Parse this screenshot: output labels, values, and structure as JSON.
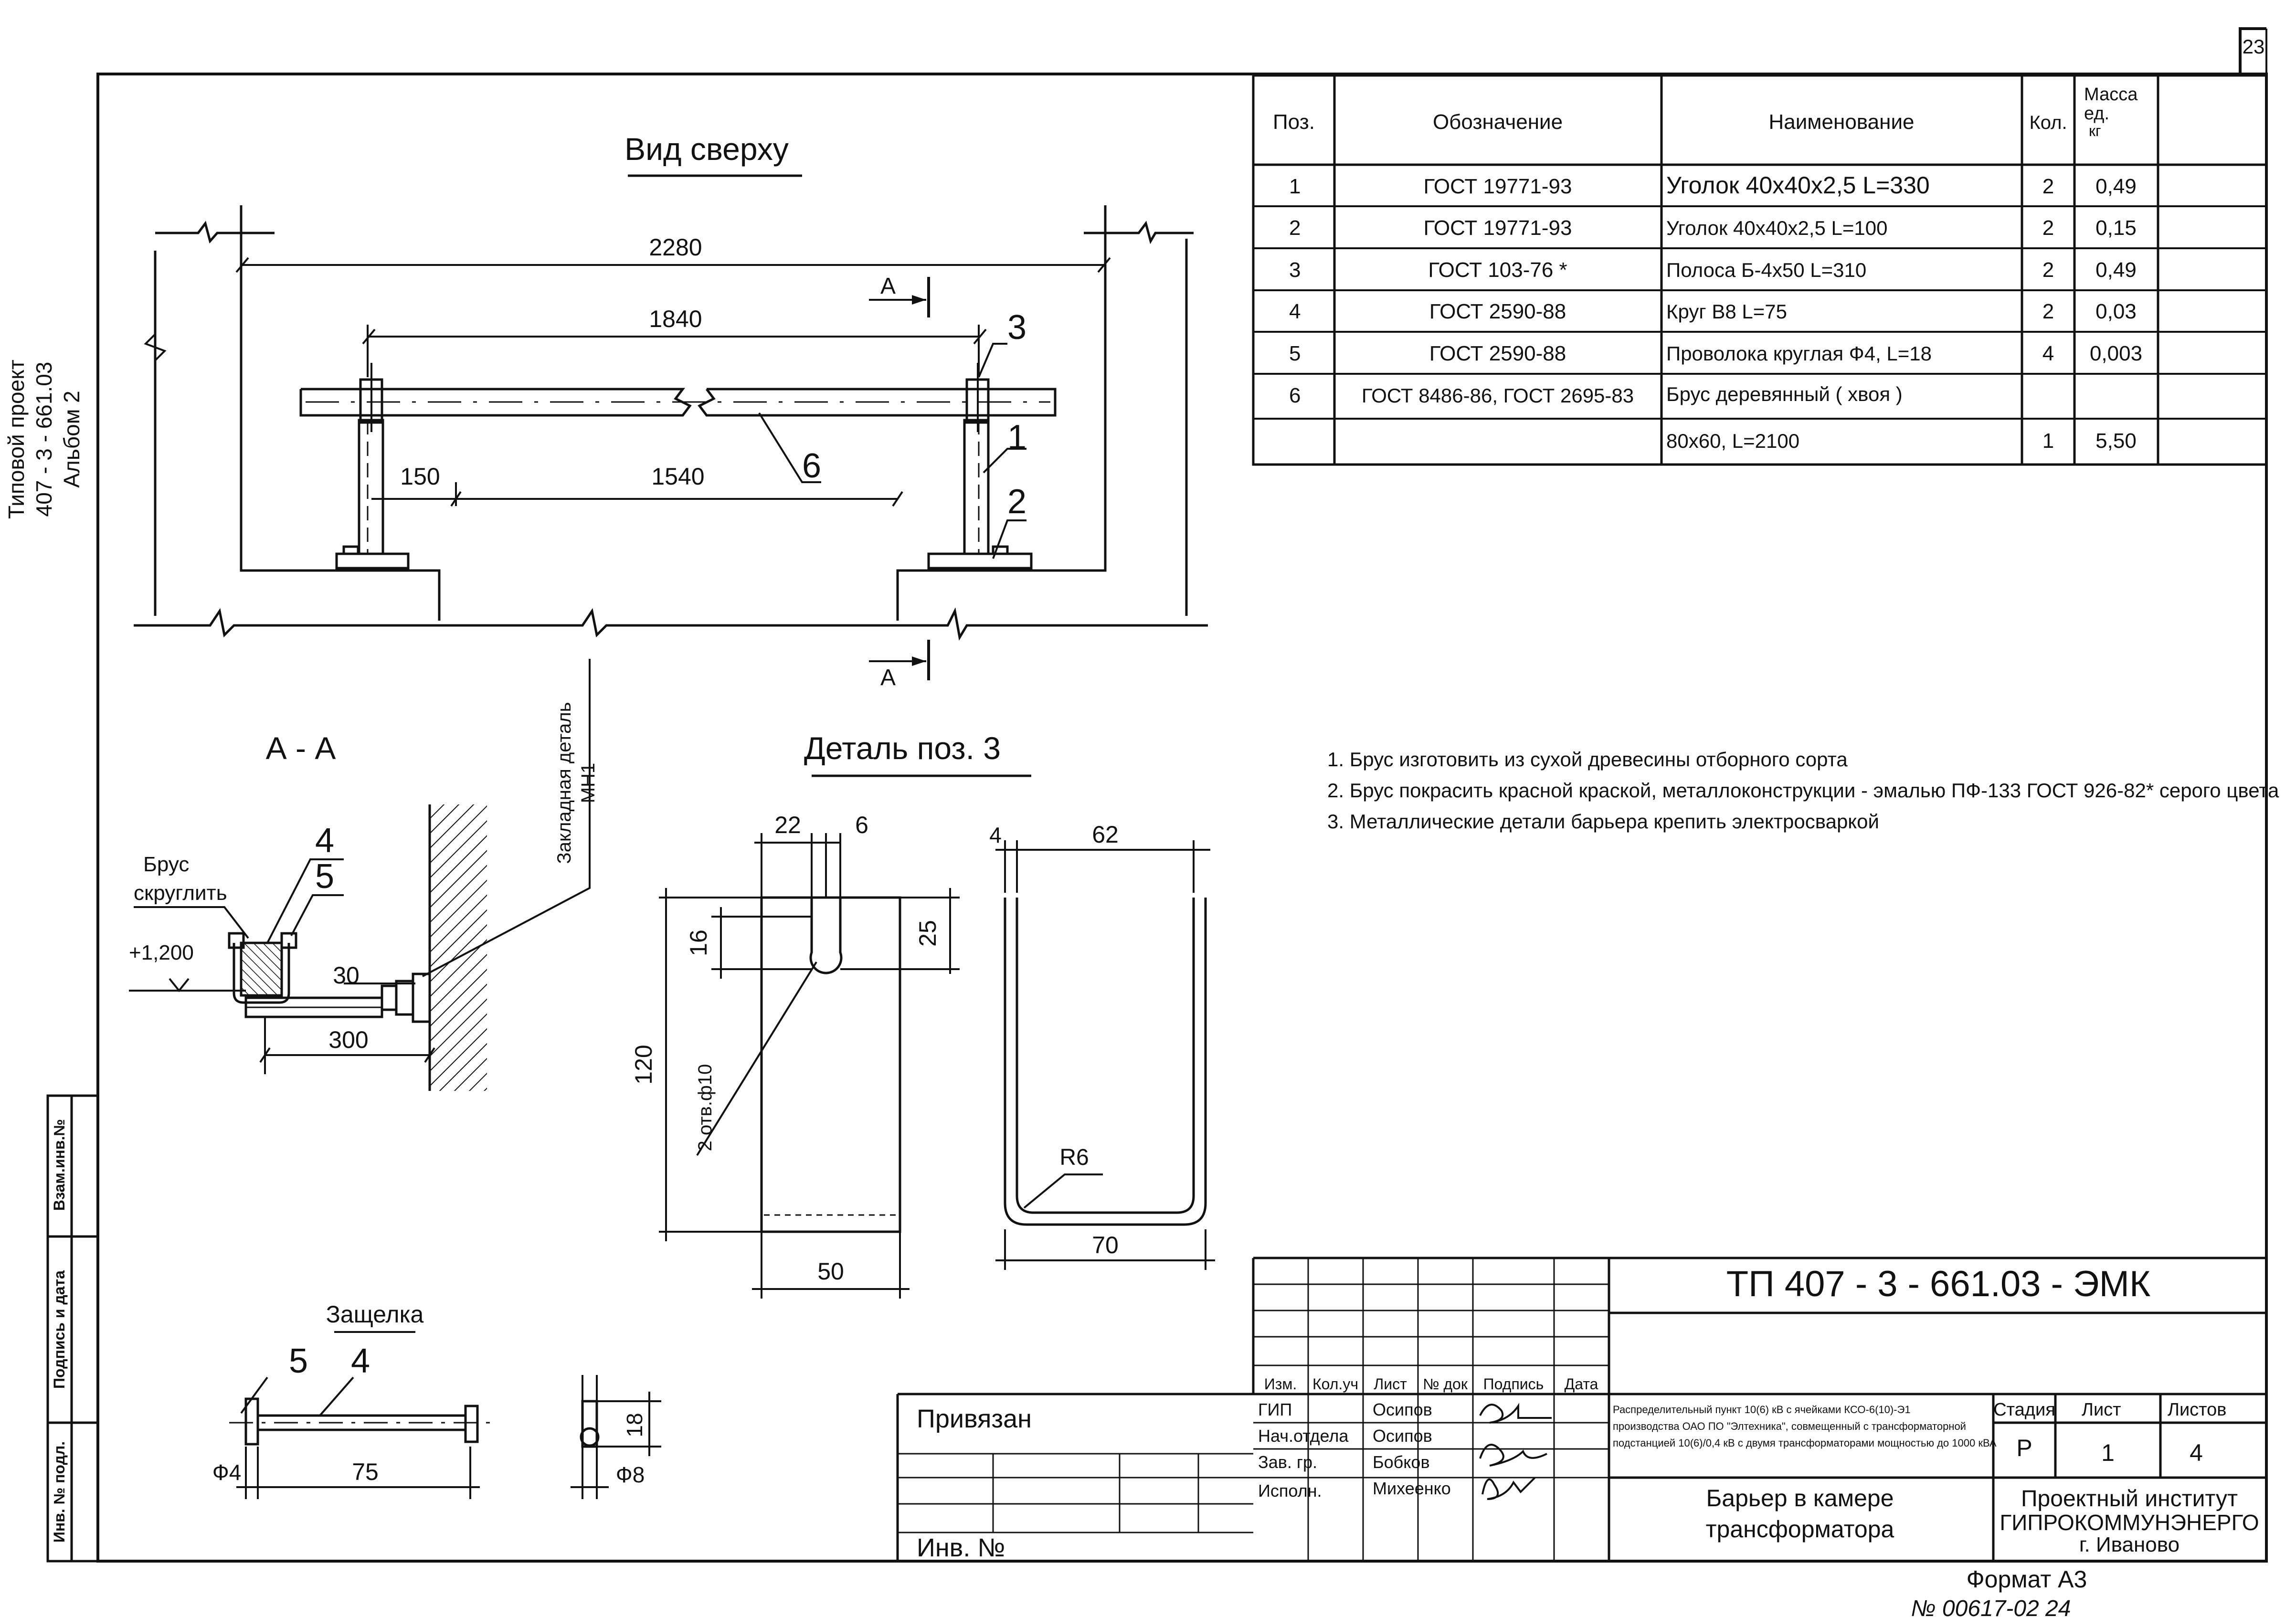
{
  "sheet": {
    "page_number": "23",
    "side_stamp": [
      "Типовой проект",
      "407 - 3 - 661.03",
      "Альбом   2"
    ],
    "left_strip": [
      "Взам.инв.№",
      "Подпись и дата",
      "Инв. № подл."
    ],
    "format": "Формат А3",
    "handwritten": "№ 00617-02     24"
  },
  "top_view": {
    "title": "Вид сверху",
    "dims": [
      "2280",
      "1840",
      "150",
      "1540"
    ],
    "section_mark": "А",
    "callouts": [
      "3",
      "1",
      "2",
      "6"
    ]
  },
  "section_aa": {
    "title": "А - А",
    "embedded_label": [
      "Закладная деталь",
      "МН1"
    ],
    "brus_label": [
      "Брус",
      "скруглить"
    ],
    "callouts": [
      "4",
      "5"
    ],
    "level": "+1,200",
    "dims": [
      "30",
      "300"
    ]
  },
  "detail3": {
    "title": "Деталь поз. 3",
    "dims": [
      "22",
      "6",
      "16",
      "25",
      "120",
      "50",
      "4",
      "62",
      "70"
    ],
    "hole_note": "2 отв.ф10",
    "radius": "R6"
  },
  "latch": {
    "title": "Защелка",
    "callouts": [
      "5",
      "4"
    ],
    "dims": [
      "Ф4",
      "75",
      "Ф8",
      "18"
    ]
  },
  "spec": {
    "headers": [
      "Поз.",
      "Обозначение",
      "Наименование",
      "Кол.",
      "Масса ед. кг",
      ""
    ],
    "rows": [
      [
        "1",
        "ГОСТ 19771-93",
        "Уголок 40х40х2,5   L=330",
        "2",
        "0,49",
        ""
      ],
      [
        "2",
        "ГОСТ 19771-93",
        "Уголок 40х40х2,5  L=100",
        "2",
        "0,15",
        ""
      ],
      [
        "3",
        "ГОСТ 103-76 *",
        "Полоса Б-4х50    L=310",
        "2",
        "0,49",
        ""
      ],
      [
        "4",
        "ГОСТ 2590-88",
        "Круг В8     L=75",
        "2",
        "0,03",
        ""
      ],
      [
        "5",
        "ГОСТ 2590-88",
        "Проволока круглая   Ф4, L=18",
        "4",
        "0,003",
        ""
      ],
      [
        "6",
        "ГОСТ 8486-86, ГОСТ 2695-83",
        "Брус деревянный ( хвоя )",
        "",
        "",
        ""
      ],
      [
        "",
        "",
        "80х60, L=2100",
        "1",
        "5,50",
        ""
      ]
    ]
  },
  "notes": [
    "1. Брус изготовить из сухой древесины отборного сорта",
    "2. Брус покрасить красной краской, металлоконструкции - эмалью ПФ-133 ГОСТ 926-82* серого цвета",
    "3. Металлические детали барьера крепить электросваркой"
  ],
  "title_block": {
    "code": "ТП 407 - 3 - 661.03 - ЭМК",
    "col_headers": [
      "Изм.",
      "Кол.уч",
      "Лист",
      "№ док",
      "Подпись",
      "Дата"
    ],
    "staff": [
      {
        "role": "ГИП",
        "name": "Осипов"
      },
      {
        "role": "Нач.отдела",
        "name": "Осипов"
      },
      {
        "role": "Зав. гр.",
        "name": "Бобков"
      },
      {
        "role": "Исполн.",
        "name": "Михеенко"
      }
    ],
    "description": [
      "Распределительный пункт 10(6) кВ с ячейками КСО-6(10)-Э1",
      "производства ОАО ПО \"Элтехника\", совмещенный с трансформаторной",
      "подстанцией 10(6)/0,4 кВ с двумя трансформаторами мощностью до 1000 кВА"
    ],
    "stage_label": "Стадия",
    "sheet_label": "Лист",
    "sheets_label": "Листов",
    "stage": "Р",
    "sheet": "1",
    "sheets": "4",
    "drawing_title": [
      "Барьер в камере",
      "трансформатора"
    ],
    "institute": [
      "Проектный институт",
      "ГИПРОКОММУНЭНЕРГО",
      "г. Иваново"
    ],
    "privyazan": "Привязан",
    "inv": "Инв. №"
  }
}
